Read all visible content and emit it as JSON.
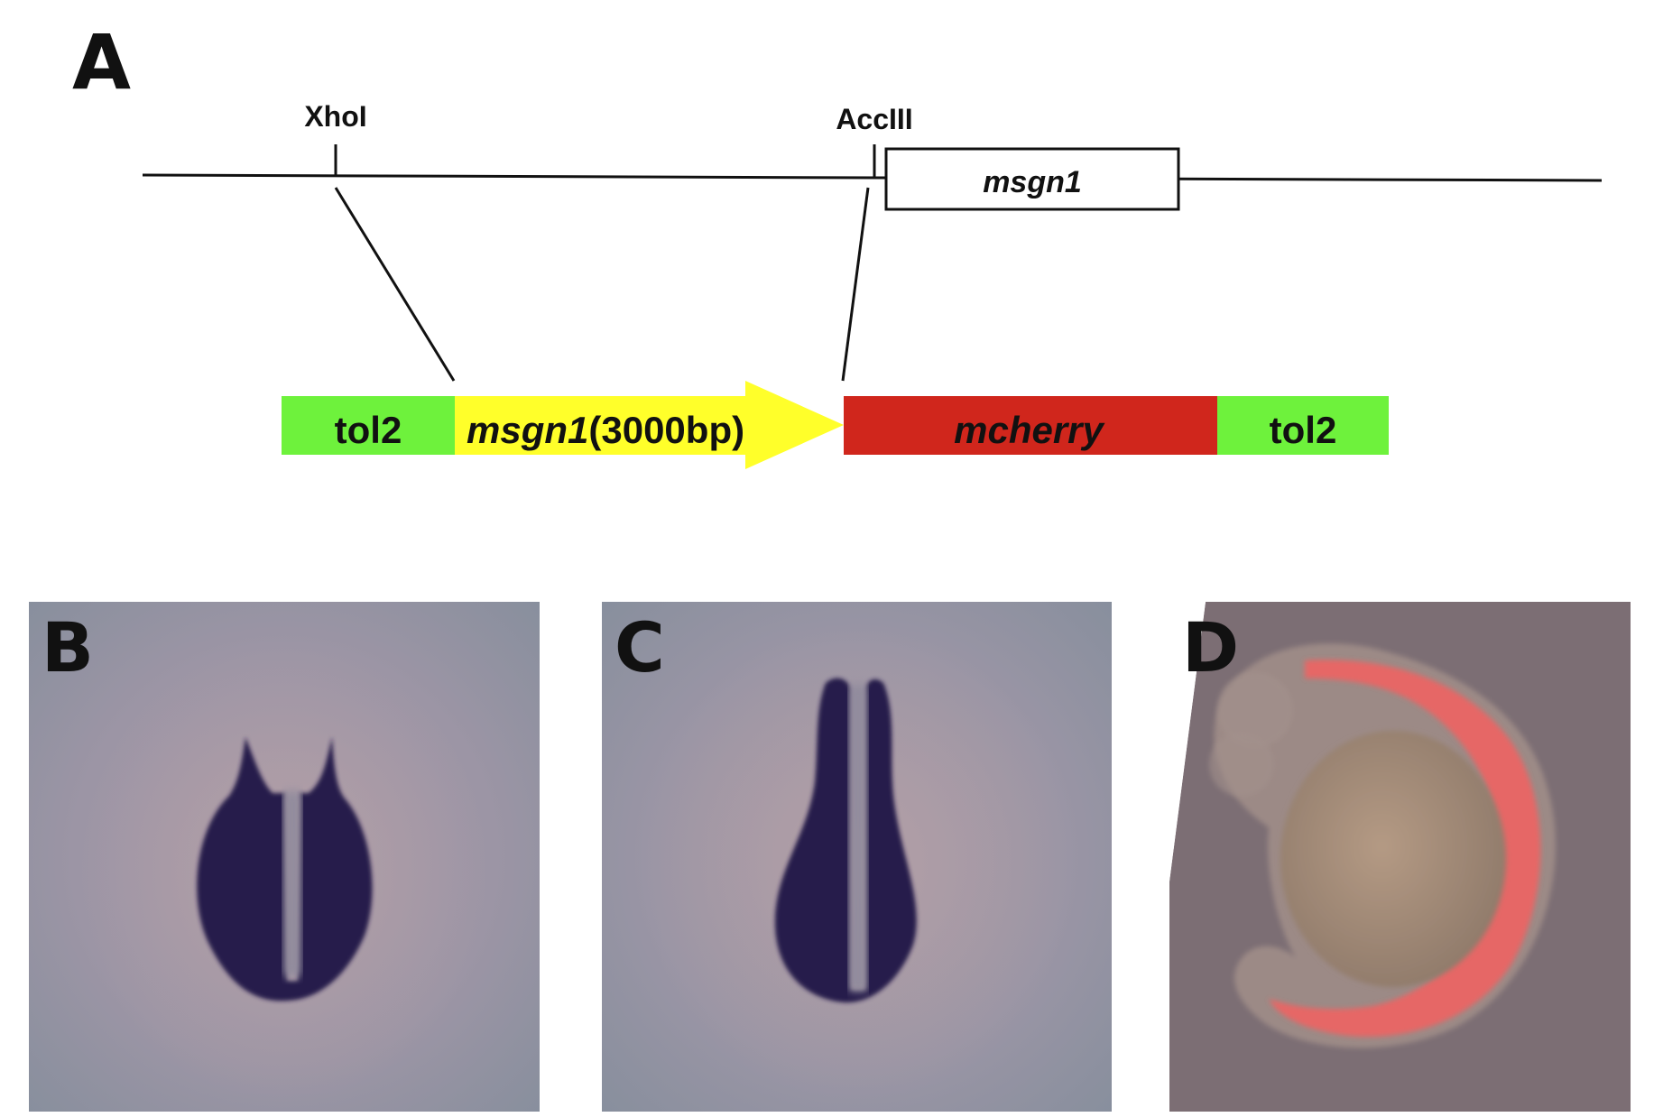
{
  "panels": {
    "a": {
      "letter": "A"
    },
    "b": {
      "letter": "B"
    },
    "c": {
      "letter": "C"
    },
    "d": {
      "letter": "D"
    }
  },
  "genomic": {
    "site_left": "XhoI",
    "site_right": "AccIII",
    "gene": "msgn1"
  },
  "construct": {
    "tol2_left": "tol2",
    "promoter_name": "msgn1",
    "promoter_size": "(3000bp)",
    "reporter": "mcherry",
    "tol2_right": "tol2"
  },
  "colors": {
    "tol2": "#6ef23c",
    "promoter": "#ffff2a",
    "reporter": "#d0261c",
    "stain": "#221a4a",
    "fluorescence": "#ff5a5a",
    "photo_bg": "#8c8c9c"
  }
}
